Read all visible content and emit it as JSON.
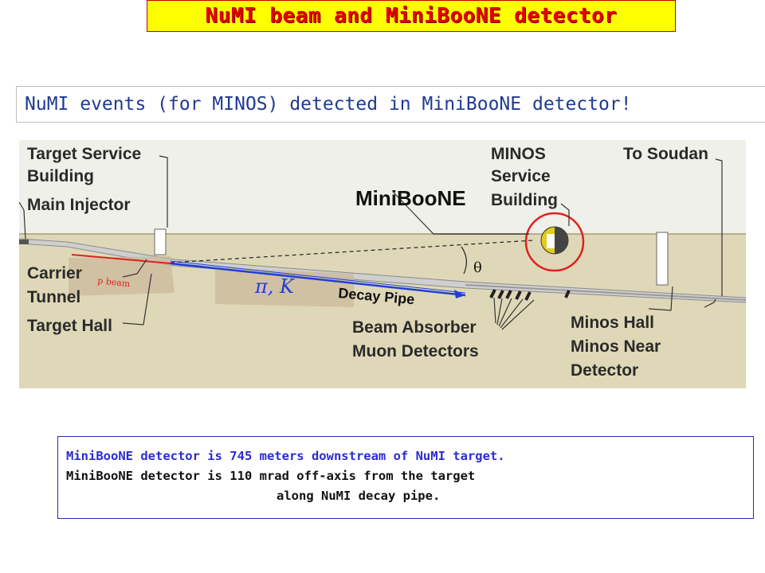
{
  "header": {
    "title": "NuMI beam and MiniBooNE detector",
    "subtitle": "NuMI events (for MINOS) detected in MiniBooNE detector!"
  },
  "diagram": {
    "labels": {
      "target_service": [
        "Target Service",
        "Building"
      ],
      "main_injector": "Main Injector",
      "carrier": "Carrier",
      "tunnel": "Tunnel",
      "target_hall": "Target Hall",
      "p_beam": "p beam",
      "pi_k": "π, K",
      "decay_pipe": "Decay Pipe",
      "miniboone": "MiniBooNE",
      "minos_service": [
        "MINOS",
        "Service",
        "Building"
      ],
      "to_soudan": "To Soudan",
      "theta": "θ",
      "beam_absorber": "Beam Absorber",
      "muon_detectors": "Muon Detectors",
      "minos_hall": [
        "Minos Hall",
        "Minos Near",
        "Detector"
      ]
    }
  },
  "notes": {
    "line1": "MiniBooNE detector is 745 meters downstream of NuMI target.",
    "line2": "MiniBooNE detector is 110 mrad off-axis from the target",
    "line3": "along NuMI decay pipe."
  },
  "colors": {
    "title_bg": "#ffff00",
    "title_text": "#e10000",
    "subtitle_text": "#1f3a93",
    "sky": "#eef0e9",
    "ground": "#dfd8b8",
    "beam_blue": "#1f3fd8",
    "circle_red": "#e02020"
  }
}
